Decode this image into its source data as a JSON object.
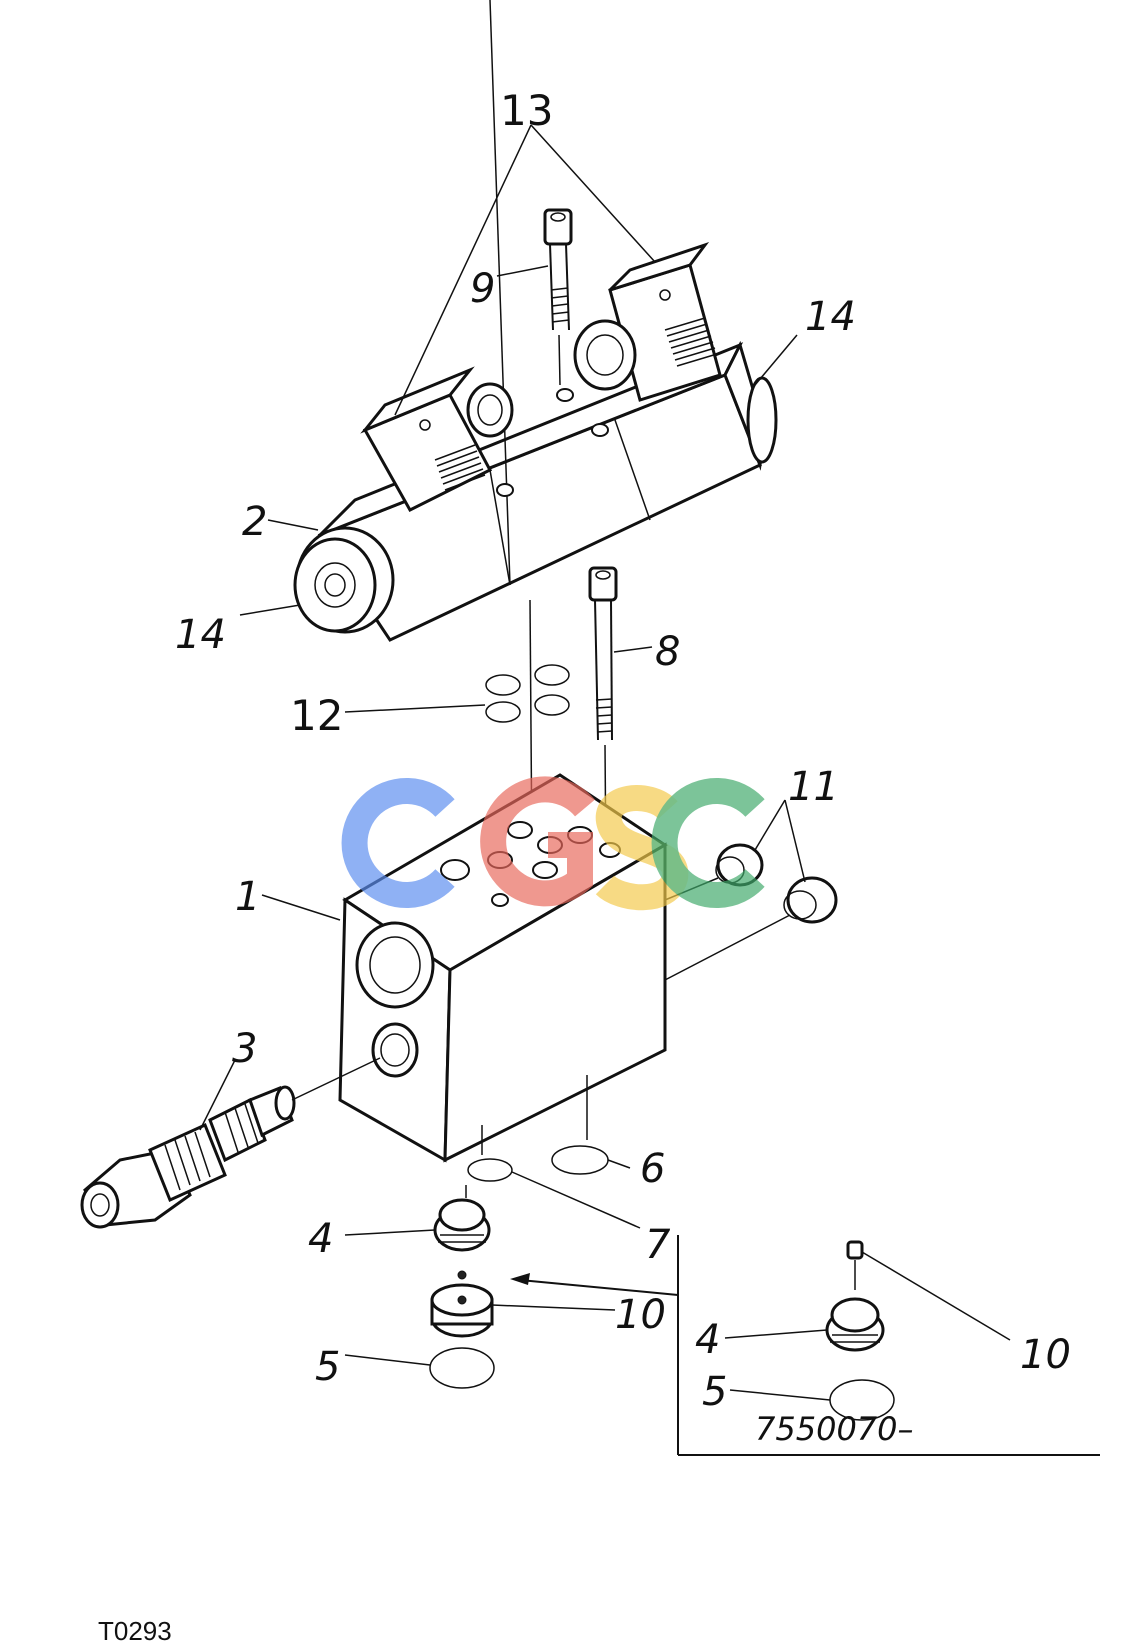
{
  "callouts": {
    "p1": "1",
    "p2": "2",
    "p3": "3",
    "p4": "4",
    "p4b": "4",
    "p5": "5",
    "p5b": "5",
    "p6": "6",
    "p7": "7",
    "p8": "8",
    "p9": "9",
    "p10": "10",
    "p10b": "10",
    "p11": "11",
    "p12": "12",
    "p13": "13",
    "p14a": "14",
    "p14b": "14"
  },
  "inset_reference": "7550070–",
  "drawing_code": "T0293",
  "watermark": "CGSC",
  "watermark_colors": [
    "#5b8def",
    "#e8675a",
    "#f3c94a",
    "#3fa96a"
  ],
  "icons": {
    "watermark_logo": "cgsc-logo"
  }
}
